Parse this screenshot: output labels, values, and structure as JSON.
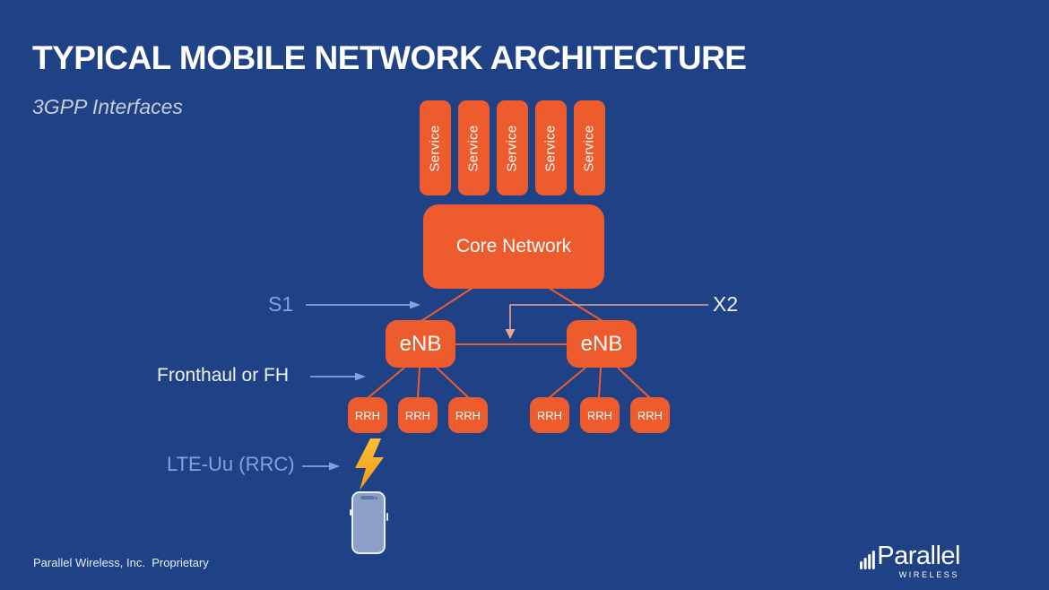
{
  "slide": {
    "title": "TYPICAL MOBILE NETWORK ARCHITECTURE",
    "subtitle": "3GPP Interfaces"
  },
  "diagram": {
    "services": [
      "Service",
      "Service",
      "Service",
      "Service",
      "Service"
    ],
    "core_label": "Core Network",
    "enb_left_label": "eNB",
    "enb_right_label": "eNB",
    "rrh_left": [
      "RRH",
      "RRH",
      "RRH"
    ],
    "rrh_right": [
      "RRH",
      "RRH",
      "RRH"
    ],
    "labels": {
      "s1": "S1",
      "x2": "X2",
      "fronthaul": "Fronthaul or FH",
      "lte_uu": "LTE-Uu (RRC)"
    }
  },
  "footer": {
    "text": "Parallel Wireless, Inc.  Proprietary"
  },
  "logo": {
    "brand": "Parallel",
    "sub": "WIRELESS"
  },
  "colors": {
    "background": "#1F4287",
    "box_orange": "#EE5B2D",
    "annotation_blue": "#7EA6DC",
    "annotation_salmon": "#E8A495",
    "title_white": "#FFFFFF",
    "subtitle_gray": "#C8CCD5",
    "lightning_yellow": "#F6A81C",
    "phone_fill": "#8C9FC6",
    "phone_border": "#E8ECF5"
  }
}
